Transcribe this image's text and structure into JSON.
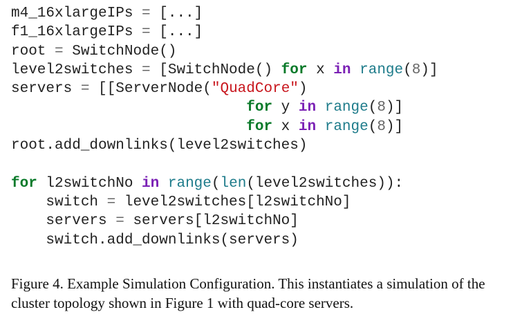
{
  "code": {
    "lines": [
      [
        {
          "t": "m4_16xlargeIPs ",
          "c": ""
        },
        {
          "t": "=",
          "c": "op"
        },
        {
          "t": " [...]",
          "c": ""
        }
      ],
      [
        {
          "t": "f1_16xlargeIPs ",
          "c": ""
        },
        {
          "t": "=",
          "c": "op"
        },
        {
          "t": " [...]",
          "c": ""
        }
      ],
      [
        {
          "t": "root ",
          "c": ""
        },
        {
          "t": "=",
          "c": "op"
        },
        {
          "t": " SwitchNode()",
          "c": ""
        }
      ],
      [
        {
          "t": "level2switches ",
          "c": ""
        },
        {
          "t": "=",
          "c": "op"
        },
        {
          "t": " [SwitchNode() ",
          "c": ""
        },
        {
          "t": "for",
          "c": "kw"
        },
        {
          "t": " x ",
          "c": ""
        },
        {
          "t": "in",
          "c": "kw2"
        },
        {
          "t": " ",
          "c": ""
        },
        {
          "t": "range",
          "c": "bi"
        },
        {
          "t": "(",
          "c": ""
        },
        {
          "t": "8",
          "c": "num"
        },
        {
          "t": ")]",
          "c": ""
        }
      ],
      [
        {
          "t": "servers ",
          "c": ""
        },
        {
          "t": "=",
          "c": "op"
        },
        {
          "t": " [[ServerNode(",
          "c": ""
        },
        {
          "t": "\"QuadCore\"",
          "c": "str"
        },
        {
          "t": ")",
          "c": ""
        }
      ],
      [
        {
          "t": "                           ",
          "c": ""
        },
        {
          "t": "for",
          "c": "kw"
        },
        {
          "t": " y ",
          "c": ""
        },
        {
          "t": "in",
          "c": "kw2"
        },
        {
          "t": " ",
          "c": ""
        },
        {
          "t": "range",
          "c": "bi"
        },
        {
          "t": "(",
          "c": ""
        },
        {
          "t": "8",
          "c": "num"
        },
        {
          "t": ")]",
          "c": ""
        }
      ],
      [
        {
          "t": "                           ",
          "c": ""
        },
        {
          "t": "for",
          "c": "kw"
        },
        {
          "t": " x ",
          "c": ""
        },
        {
          "t": "in",
          "c": "kw2"
        },
        {
          "t": " ",
          "c": ""
        },
        {
          "t": "range",
          "c": "bi"
        },
        {
          "t": "(",
          "c": ""
        },
        {
          "t": "8",
          "c": "num"
        },
        {
          "t": ")]",
          "c": ""
        }
      ],
      [
        {
          "t": "root.add_downlinks(level2switches)",
          "c": ""
        }
      ],
      [],
      [
        {
          "t": "for",
          "c": "kw"
        },
        {
          "t": " l2switchNo ",
          "c": ""
        },
        {
          "t": "in",
          "c": "kw2"
        },
        {
          "t": " ",
          "c": ""
        },
        {
          "t": "range",
          "c": "bi"
        },
        {
          "t": "(",
          "c": ""
        },
        {
          "t": "len",
          "c": "bi"
        },
        {
          "t": "(level2switches)):",
          "c": ""
        }
      ],
      [
        {
          "t": "    switch ",
          "c": ""
        },
        {
          "t": "=",
          "c": "op"
        },
        {
          "t": " level2switches[l2switchNo]",
          "c": ""
        }
      ],
      [
        {
          "t": "    servers ",
          "c": ""
        },
        {
          "t": "=",
          "c": "op"
        },
        {
          "t": " servers[l2switchNo]",
          "c": ""
        }
      ],
      [
        {
          "t": "    switch.add_downlinks(servers)",
          "c": ""
        }
      ]
    ]
  },
  "caption": {
    "text": "Figure 4.   Example Simulation Configuration. This instantiates a simulation of the cluster topology shown in Figure 1 with quad-core servers."
  }
}
